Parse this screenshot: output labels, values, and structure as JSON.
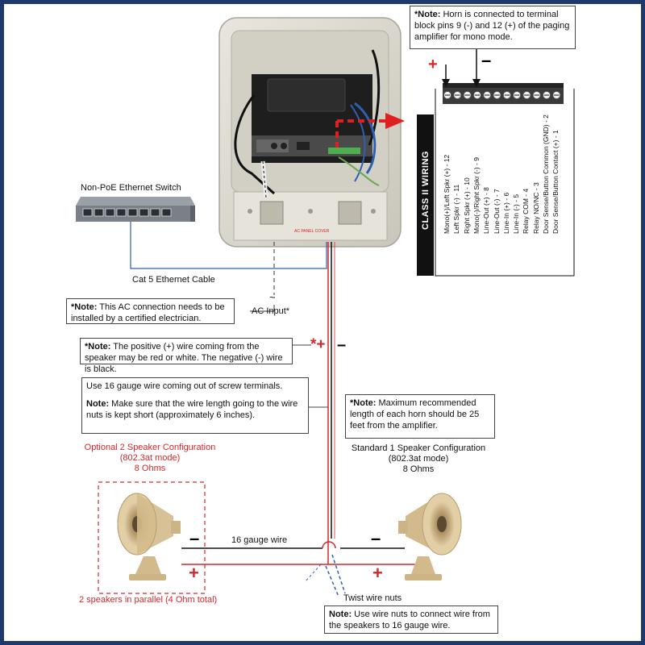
{
  "notes": {
    "horn": {
      "prefix": "*Note:",
      "text": " Horn is connected to terminal block pins 9 (-) and 12 (+) of the paging amplifier for mono mode."
    },
    "ac": {
      "prefix": "*Note:",
      "text": " This AC connection needs to be installed by a certified electrician."
    },
    "wire_color": {
      "prefix": "*Note:",
      "text": " The positive (+) wire coming from the speaker may be red or white. The negative (-) wire is black."
    },
    "gauge": {
      "line1": "Use 16 gauge wire coming out of screw terminals.",
      "prefix": "Note:",
      "text": " Make sure that the wire length going to the wire nuts is kept short (approximately 6 inches)."
    },
    "length": {
      "prefix": "*Note:",
      "text": " Maximum recommended length of each horn should be 25 feet from the amplifier."
    },
    "wire_nuts": {
      "prefix": "Note:",
      "text": " Use wire nuts to connect wire from the speakers to 16 gauge wire."
    }
  },
  "labels": {
    "switch": "Non-PoE Ethernet Switch",
    "cable": "Cat 5 Ethernet Cable",
    "ac_input": "AC Input*",
    "tilde": "~",
    "panel_cover": "AC PANEL COVER",
    "class2": "CLASS II WIRING",
    "gauge_wire": "16 gauge wire",
    "twist": "Twist wire nuts",
    "parallel": "2 speakers in parallel (4 Ohm total)"
  },
  "configs": {
    "optional": {
      "line1": "Optional 2 Speaker Configuration",
      "line2": "(802.3at mode)",
      "line3": "8 Ohms"
    },
    "standard": {
      "line1": "Standard 1 Speaker Configuration",
      "line2": "(802.3at mode)",
      "line3": "8 Ohms"
    }
  },
  "symbols": {
    "plus": "+",
    "minus": "–",
    "plus_star": "*+"
  },
  "terminal_pins": [
    "Mono(+)/Left Spkr (+) - 12",
    "Left Spkr (-) - 11",
    "Right Spkr (+) - 10",
    "Mono(-)/Right Spkr (-) - 9",
    "Line-Out (+) - 8",
    "Line-Out (-) - 7",
    "Line-In (+) - 6",
    "Line-In (-) - 5",
    "Relay COM - 4",
    "Relay NO/NC - 3",
    "Door Sense/Button Common (GND) - 2",
    "Door Sense/Button Contact (+) - 1"
  ],
  "colors": {
    "frame": "#1f3a6a",
    "positive": "#d8262a",
    "negative": "#111111",
    "cable": "#2f5fb0",
    "enclosure": "#dcdad1",
    "horn": "#d9bf94"
  }
}
